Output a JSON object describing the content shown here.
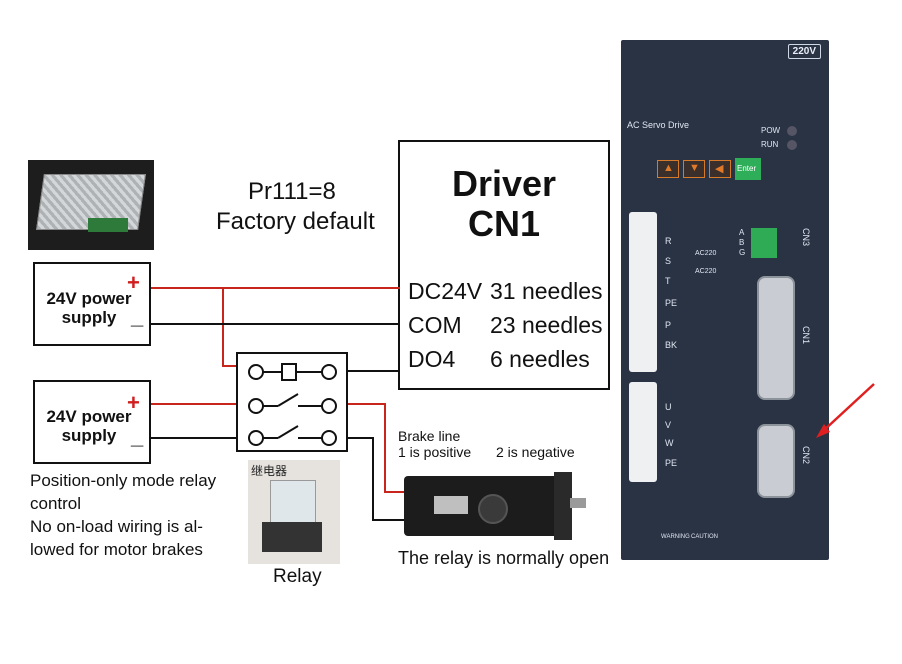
{
  "diagram": {
    "parameter": "Pr111=8",
    "parameter_note": "Factory default",
    "driver": {
      "title_line1": "Driver",
      "title_line2": "CN1",
      "pins": [
        {
          "name": "DC24V",
          "needles": "31 needles"
        },
        {
          "name": "COM",
          "needles": "23 needles"
        },
        {
          "name": "DO4",
          "needles": "6 needles"
        }
      ]
    },
    "psu_top": {
      "label_line1": "24V power",
      "label_line2": "supply",
      "plus": "+",
      "minus": "_"
    },
    "psu_bottom": {
      "label_line1": "24V power",
      "label_line2": "supply",
      "plus": "+",
      "minus": "_"
    },
    "brake": {
      "title": "Brake line",
      "positive": "1 is positive",
      "negative": "2 is negative",
      "note": "The relay is normally open"
    },
    "relay": {
      "photo_text": "继电器",
      "caption": "Relay"
    },
    "left_note": [
      "Position-only mode relay",
      "control",
      "No on-load wiring is al-",
      "lowed for motor brakes"
    ],
    "drive_panel": {
      "voltage_badge": "220V",
      "model_text": "AC Servo Drive",
      "pow": "POW",
      "run": "RUN",
      "enter": "Enter",
      "terminals_top": [
        "R",
        "S",
        "T",
        "PE",
        "P",
        "BK"
      ],
      "ac_labels": [
        "AC220",
        "AC220"
      ],
      "encoder_pins": [
        "A",
        "B",
        "G"
      ],
      "terminals_bottom": [
        "U",
        "V",
        "W",
        "PE"
      ],
      "connectors": [
        "CN3",
        "CN1",
        "CN2"
      ],
      "warning": "WARNING",
      "caution": "CAUTION"
    },
    "colors": {
      "red_wire": "#c8261d",
      "black_wire": "#111111",
      "drive_body": "#2a3344"
    }
  }
}
